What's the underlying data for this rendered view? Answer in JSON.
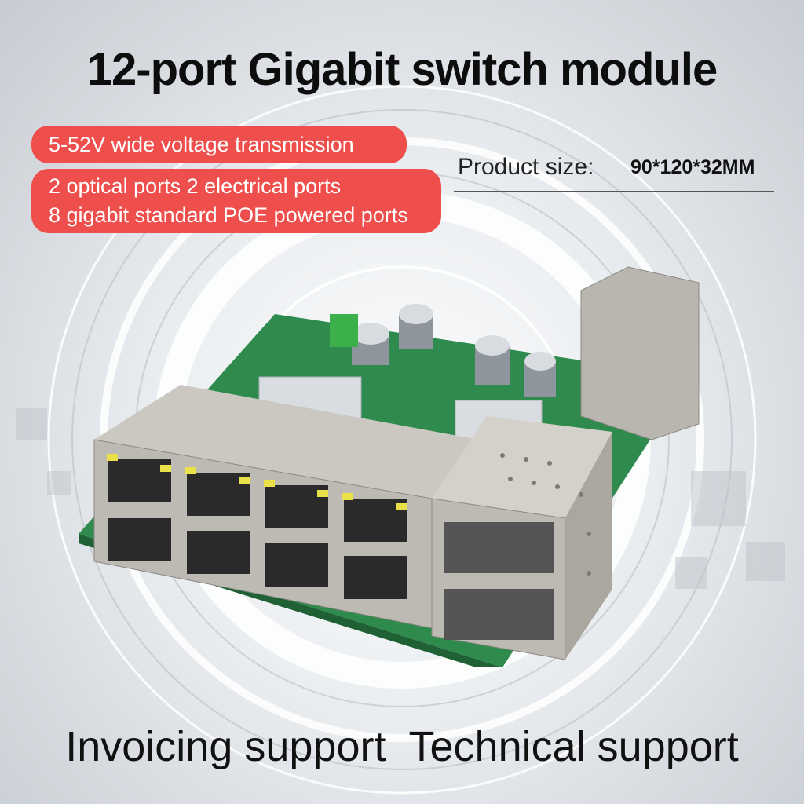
{
  "title": "12-port Gigabit switch module",
  "features": {
    "line1": "5-52V wide voltage transmission",
    "line2": "2 optical ports 2 electrical ports",
    "line3": "8 gigabit standard POE powered ports"
  },
  "size": {
    "label": "Product size:",
    "value": "90*120*32MM"
  },
  "footer": "Invoicing support  Technical support",
  "colors": {
    "accent": "#ef4f4c",
    "pcb": "#2e8a4d",
    "metal": "#c9c6bf"
  }
}
